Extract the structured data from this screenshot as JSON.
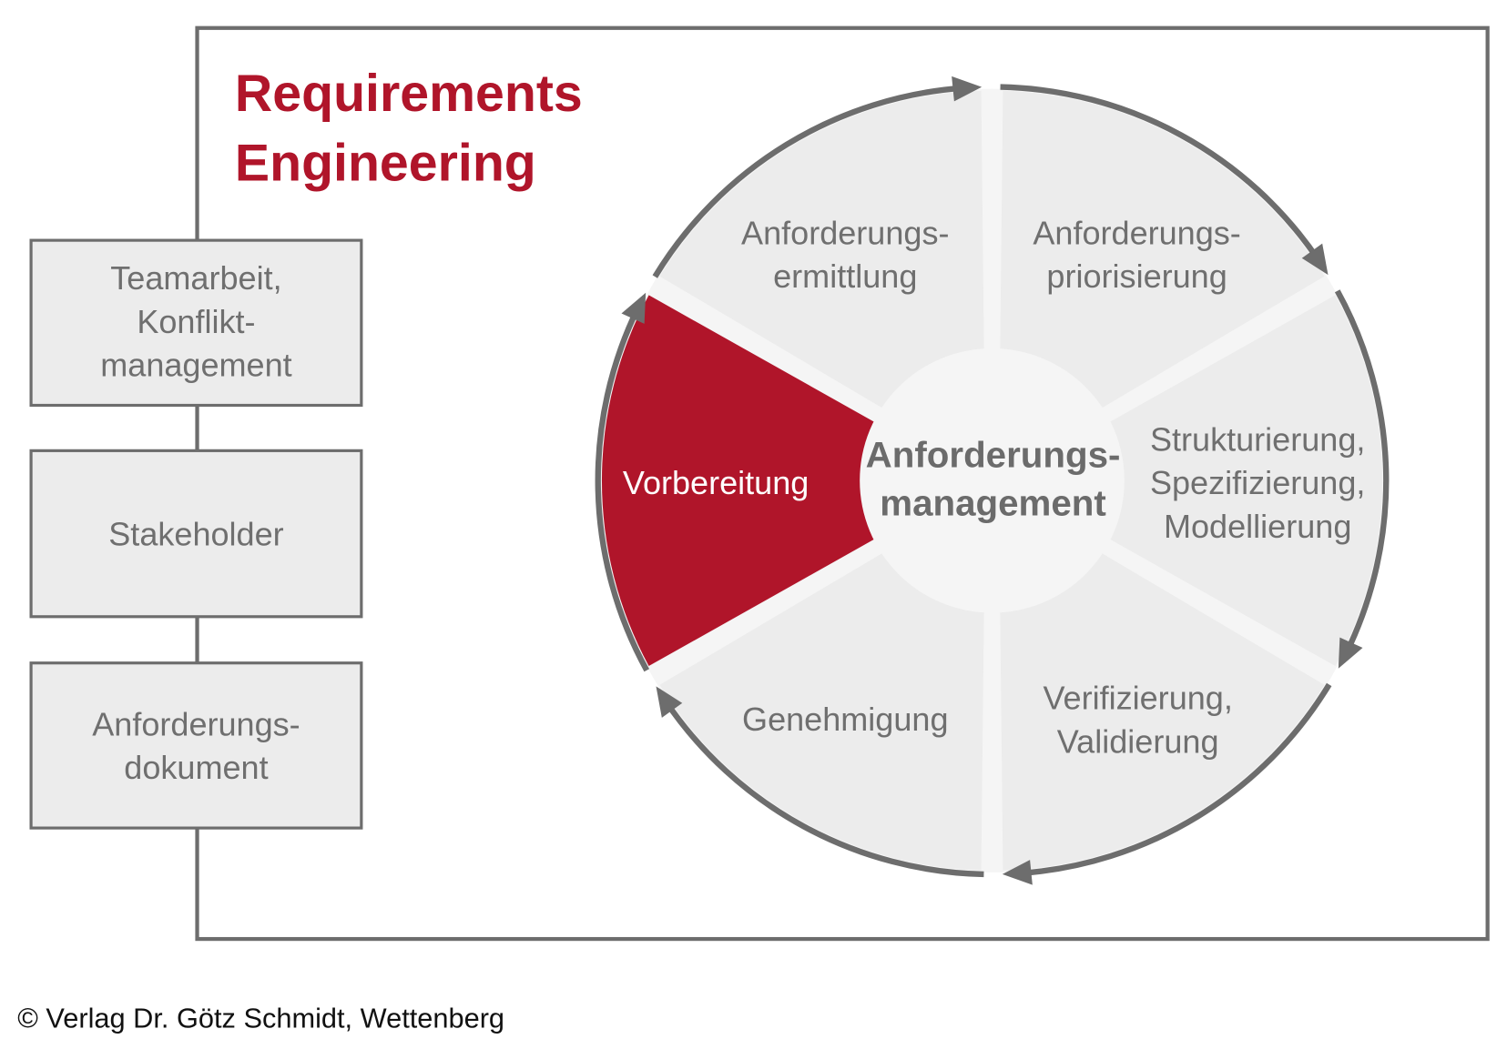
{
  "title": {
    "line1": "Requirements",
    "line2": "Engineering"
  },
  "side_boxes": [
    {
      "lines": [
        "Teamarbeit,",
        "Konflikt-",
        "management"
      ]
    },
    {
      "lines": [
        "Stakeholder"
      ]
    },
    {
      "lines": [
        "Anforderungs-",
        "dokument"
      ]
    }
  ],
  "cycle": {
    "center": {
      "lines": [
        "Anforderungs-",
        "management"
      ]
    },
    "segments": [
      {
        "lines": [
          "Anforderungs-",
          "ermittlung"
        ]
      },
      {
        "lines": [
          "Anforderungs-",
          "priorisierung"
        ]
      },
      {
        "lines": [
          "Strukturierung,",
          "Spezifizierung,",
          "Modellierung"
        ]
      },
      {
        "lines": [
          "Verifizierung,",
          "Validierung"
        ]
      },
      {
        "lines": [
          "Genehmigung"
        ]
      },
      {
        "lines": [
          "Vorbereitung"
        ],
        "highlighted": true
      }
    ]
  },
  "colors": {
    "accent": "#b0152a",
    "segment": "#ececec",
    "gap": "#f5f5f5",
    "stroke": "#6d6d6d"
  },
  "footer": "© Verlag Dr. Götz Schmidt, Wettenberg"
}
